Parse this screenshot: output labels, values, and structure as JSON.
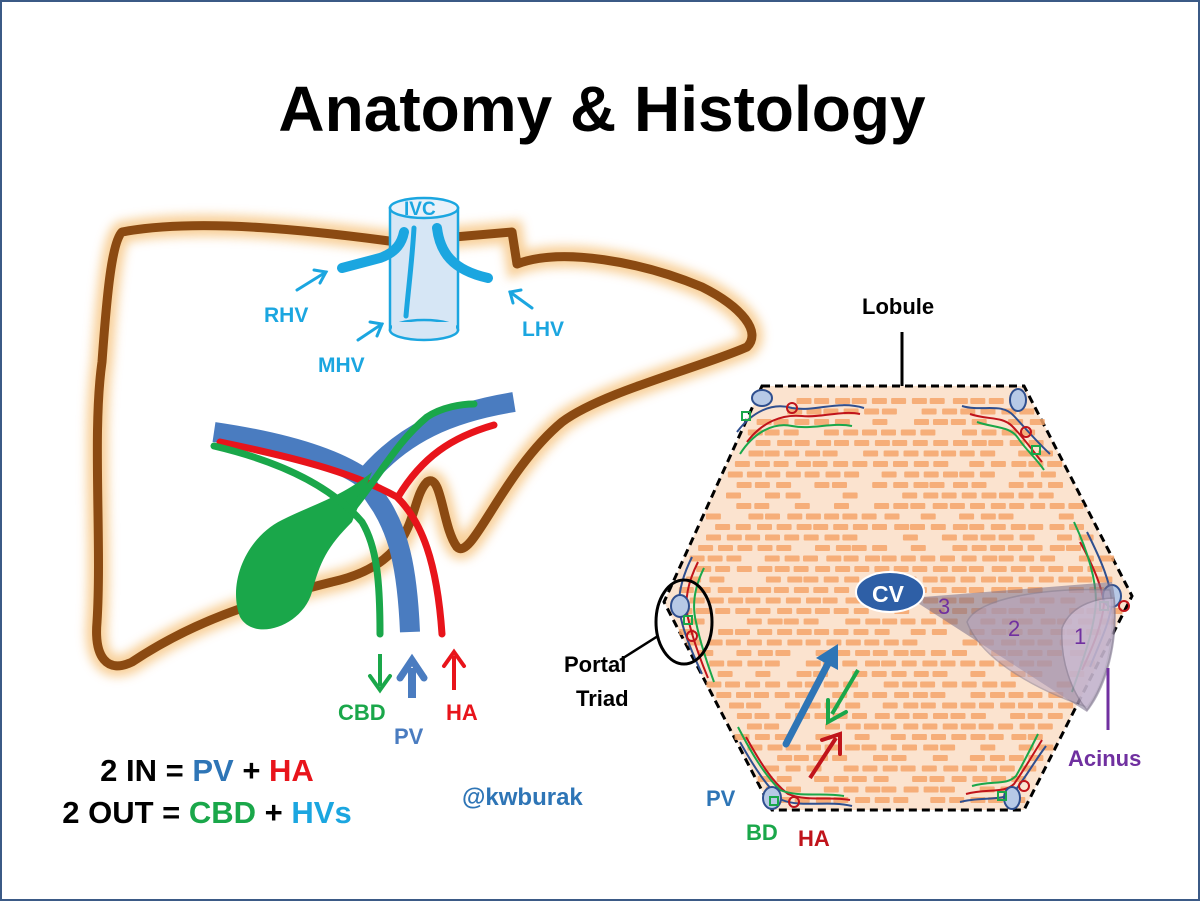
{
  "title": "Anatomy & Histology",
  "liver_labels": {
    "ivc": "IVC",
    "rhv": "RHV",
    "mhv": "MHV",
    "lhv": "LHV",
    "cbd": "CBD",
    "pv": "PV",
    "ha": "HA"
  },
  "lobule_labels": {
    "lobule": "Lobule",
    "portal_triad_line1": "Portal",
    "portal_triad_line2": "Triad",
    "cv": "CV",
    "zone1": "1",
    "zone2": "2",
    "zone3": "3",
    "acinus": "Acinus",
    "pv": "PV",
    "bd": "BD",
    "ha": "HA"
  },
  "summary": {
    "in_prefix": "2 IN = ",
    "in_term1": "PV",
    "in_plus": " + ",
    "in_term2": "HA",
    "out_prefix": "2 OUT = ",
    "out_term1": "CBD",
    "out_plus": " + ",
    "out_term2": "HVs"
  },
  "handle": "@kwburak",
  "colors": {
    "hepatic_vein": "#1ba6e0",
    "portal_vein": "#4a7cc0",
    "hepatic_artery": "#e8141b",
    "bile_duct": "#1aa74a",
    "liver_outline": "#8b4a12",
    "acinus": "#7030a0",
    "handle": "#2e75b6"
  }
}
